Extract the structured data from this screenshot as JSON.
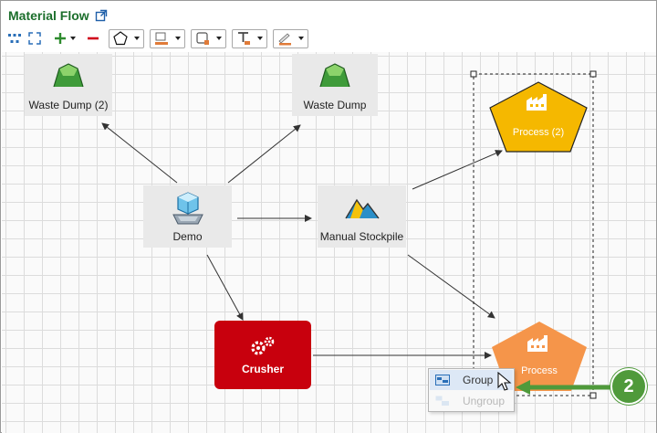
{
  "window": {
    "title": "Material Flow"
  },
  "toolbar": {
    "icons": [
      "hierarchy-layout-icon",
      "fit-to-screen-icon",
      "add-icon",
      "remove-icon",
      "pentagon-shape-icon",
      "fill-color-icon",
      "border-style-icon",
      "text-style-icon",
      "line-style-icon"
    ],
    "colors": {
      "add": "#2e8b2e",
      "remove": "#d0021b"
    }
  },
  "nodes": {
    "waste_dump_2": {
      "label": "Waste Dump (2)"
    },
    "waste_dump": {
      "label": "Waste Dump"
    },
    "demo": {
      "label": "Demo"
    },
    "manual_stockpile": {
      "label": "Manual Stockpile"
    },
    "crusher": {
      "label": "Crusher",
      "color": "#c8000d"
    },
    "process_2": {
      "label": "Process (2)",
      "color": "#f5b800"
    },
    "process": {
      "label": "Process",
      "color": "#f5954a"
    }
  },
  "context_menu": {
    "items": [
      {
        "label": "Group",
        "enabled": true
      },
      {
        "label": "Ungroup",
        "enabled": false
      }
    ]
  },
  "callout": {
    "number": "2",
    "color": "#4f9a3b"
  }
}
